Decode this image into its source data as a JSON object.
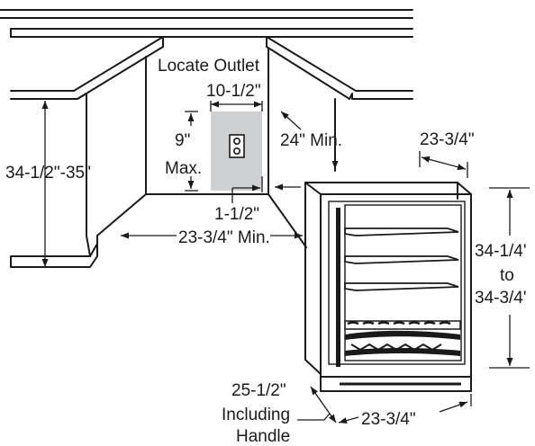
{
  "labels": {
    "locate_outlet": "Locate Outlet",
    "outlet_width": "10-1/2\"",
    "outlet_height_value": "9\"",
    "outlet_height_max": "Max.",
    "outlet_offset": "1-1/2\"",
    "cutout_height": "34-1/2\"-35\"",
    "cutout_width_min": "23-3/4\" Min.",
    "cutout_depth_min": "24\" Min.",
    "unit_depth_top": "23-3/4\"",
    "unit_height_low": "34-1/4'",
    "unit_height_to": "to",
    "unit_height_high": "34-3/4'",
    "depth_with_handle_value": "25-1/2\"",
    "depth_with_handle_line2": "Including",
    "depth_with_handle_line3": "Handle",
    "unit_width_bottom": "23-3/4\""
  },
  "colors": {
    "line": "#1a1a1a",
    "outlet_zone": "#cfd0d2",
    "background": "#ffffff"
  }
}
